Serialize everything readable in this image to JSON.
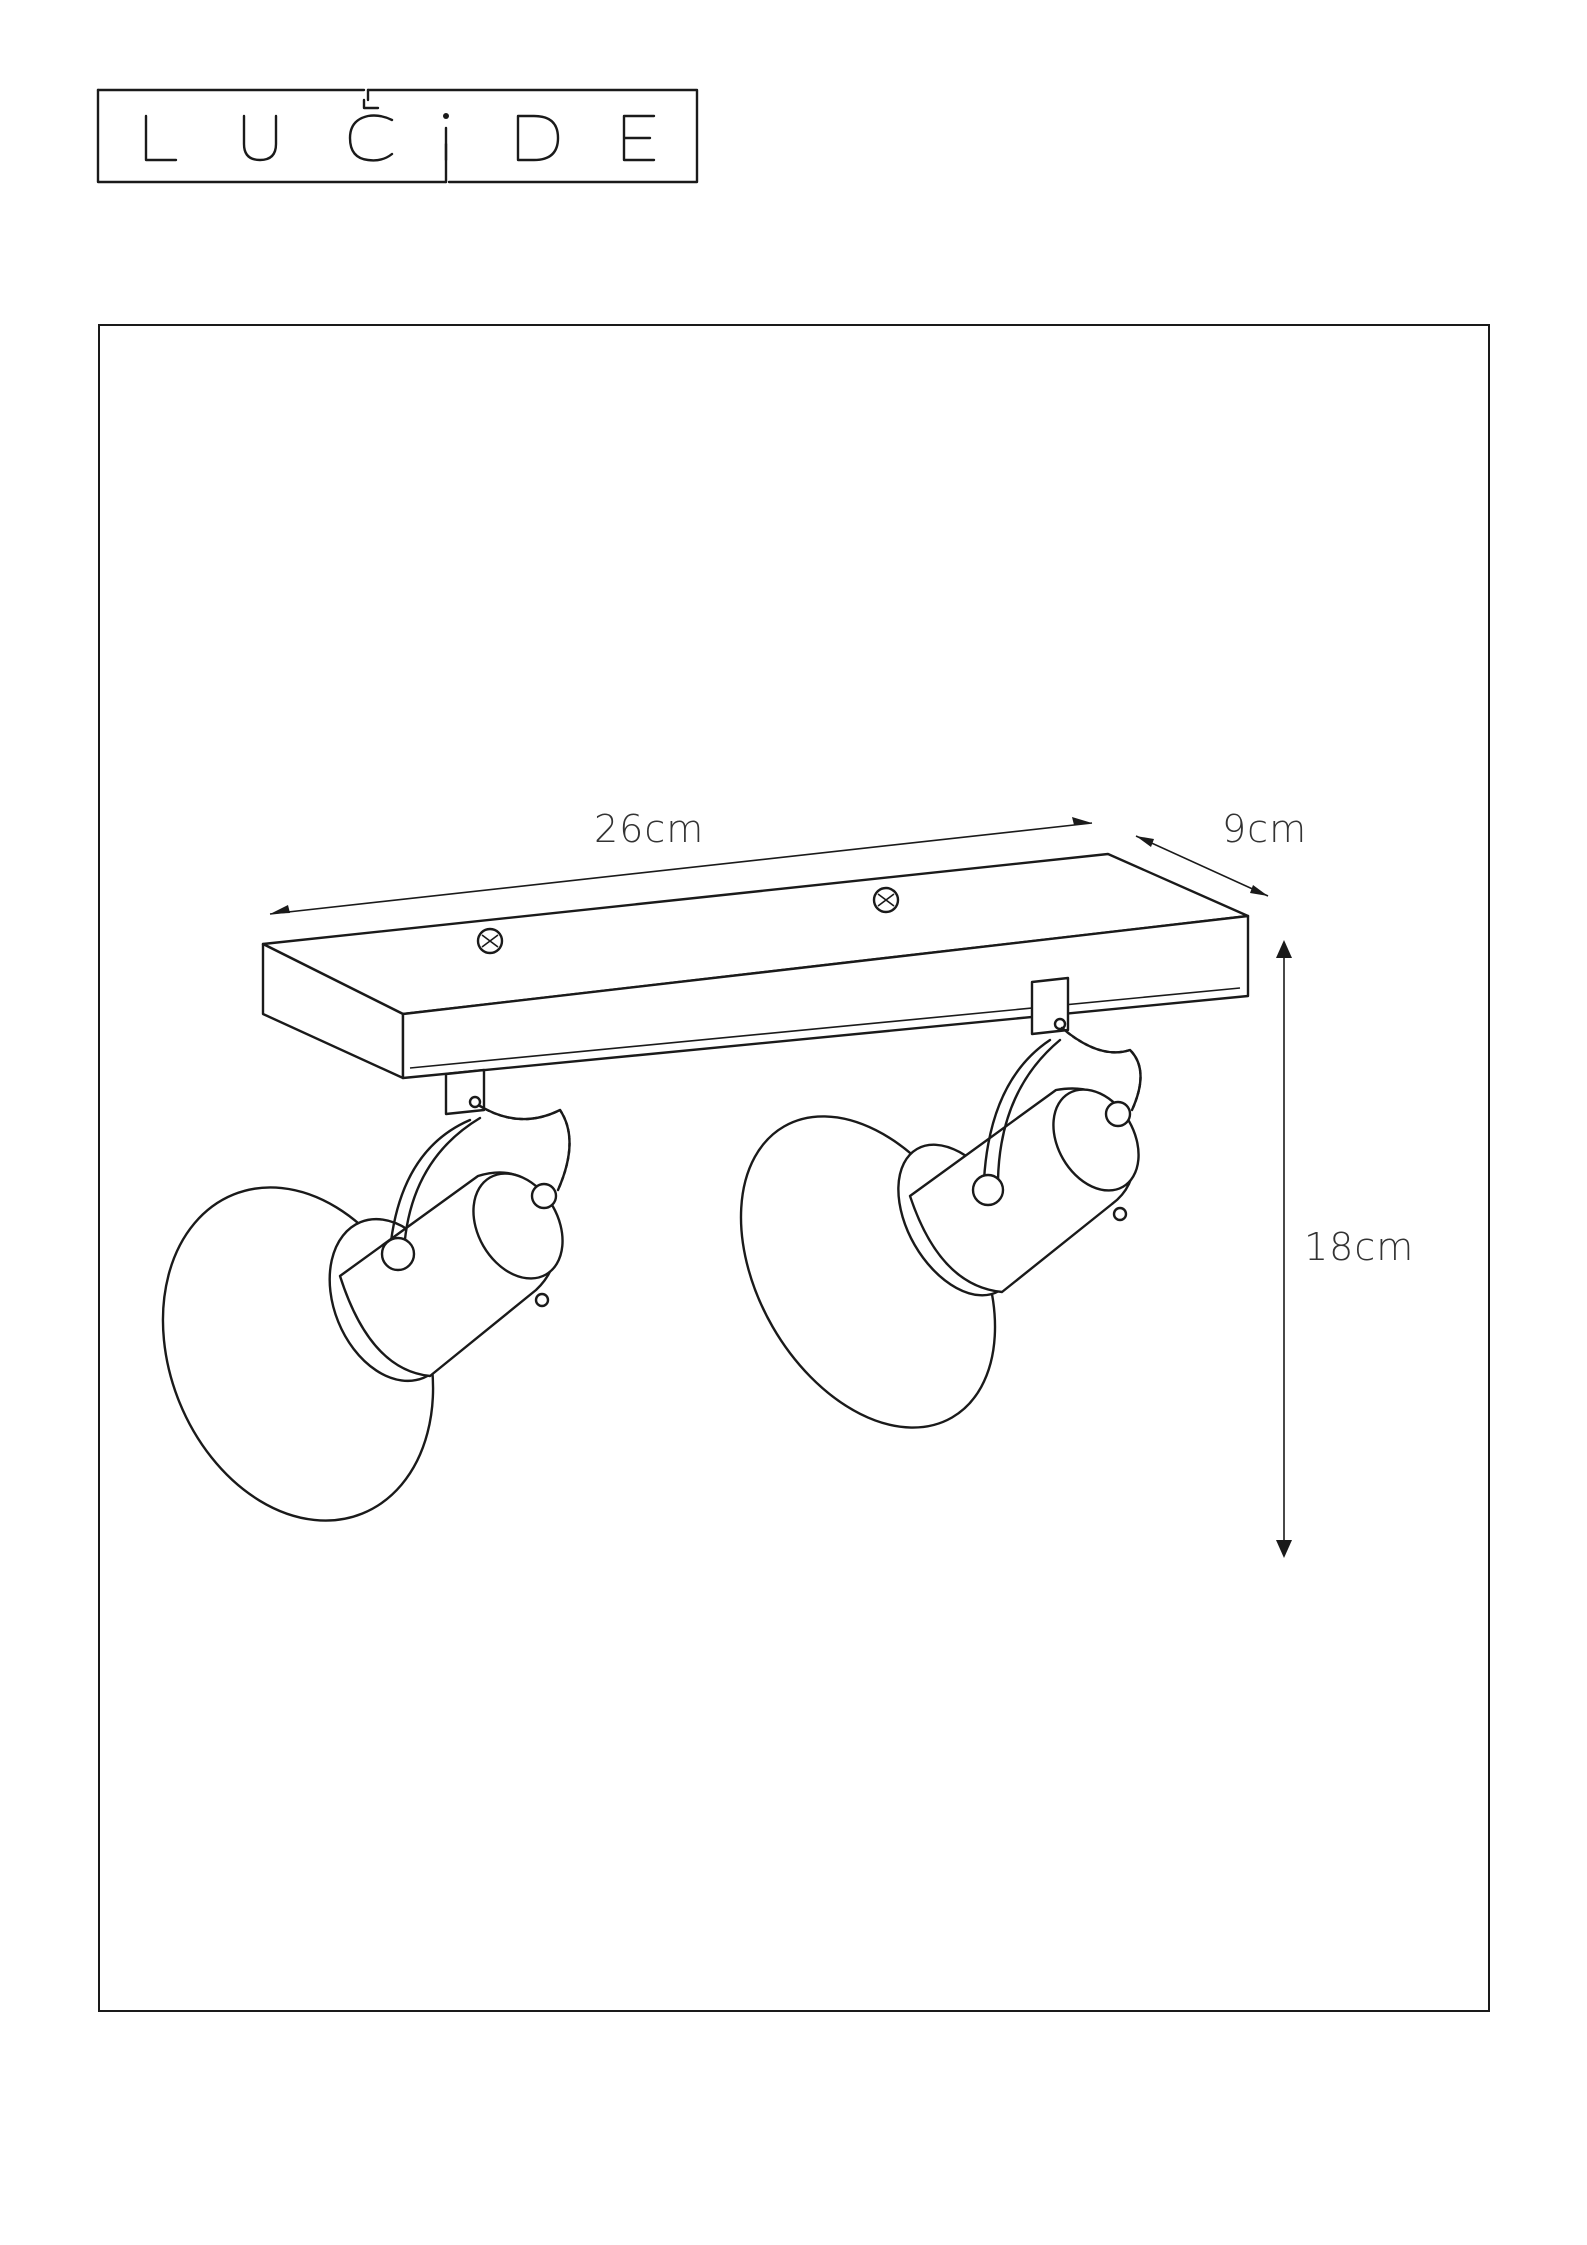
{
  "logo": {
    "letters": [
      "L",
      "U",
      "C",
      "I",
      "D",
      "E"
    ]
  },
  "dimensions": {
    "length": "26cm",
    "depth": "9cm",
    "height": "18cm"
  },
  "colors": {
    "line": "#1a1a1a",
    "text": "#333333",
    "background": "#ffffff"
  }
}
